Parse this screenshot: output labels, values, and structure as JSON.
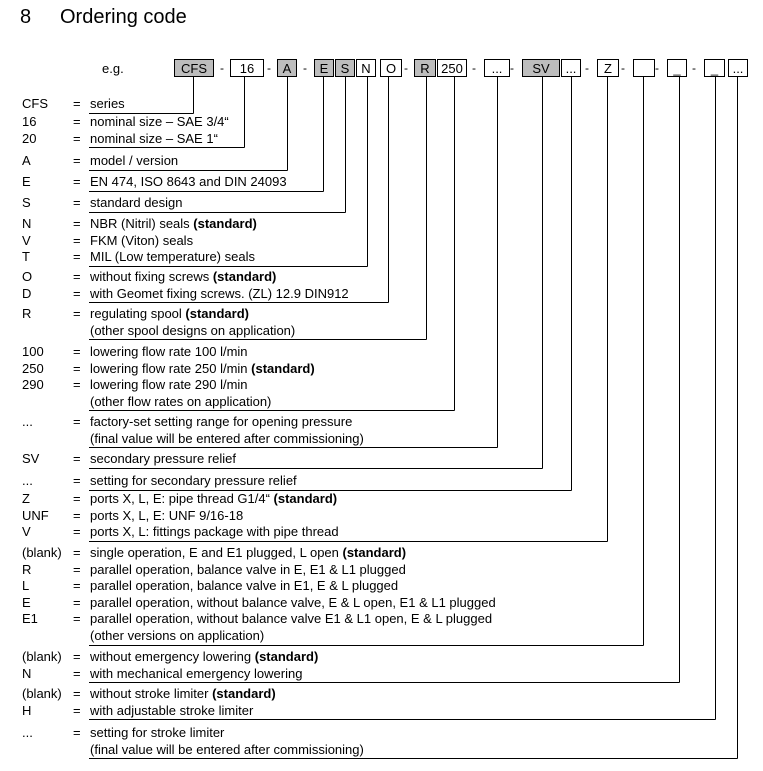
{
  "header": {
    "section_number": "8",
    "title": "Ordering code"
  },
  "example": {
    "label": "e.g.",
    "fields": [
      {
        "text": "CFS",
        "shaded": true
      },
      {
        "text": "16",
        "shaded": false
      },
      {
        "text": "A",
        "shaded": true
      },
      {
        "text": "E",
        "shaded": true
      },
      {
        "text": "S",
        "shaded": true
      },
      {
        "text": "N",
        "shaded": false
      },
      {
        "text": "O",
        "shaded": false
      },
      {
        "text": "R",
        "shaded": true
      },
      {
        "text": "250",
        "shaded": false
      },
      {
        "text": "...",
        "shaded": false
      },
      {
        "text": "SV",
        "shaded": true
      },
      {
        "text": "...",
        "shaded": false
      },
      {
        "text": "Z",
        "shaded": false
      },
      {
        "text": "",
        "shaded": false
      },
      {
        "text": "_",
        "shaded": false
      },
      {
        "text": "_",
        "shaded": false
      },
      {
        "text": "...",
        "shaded": false
      }
    ],
    "separator": "-"
  },
  "legend": [
    {
      "entries": [
        {
          "code": "CFS",
          "eq": "=",
          "parts": [
            {
              "t": "series"
            }
          ]
        }
      ]
    },
    {
      "entries": [
        {
          "code": "16",
          "eq": "=",
          "parts": [
            {
              "t": "nominal size – SAE 3/4“"
            }
          ]
        },
        {
          "code": "20",
          "eq": "=",
          "parts": [
            {
              "t": "nominal size – SAE 1“"
            }
          ]
        }
      ]
    },
    {
      "entries": [
        {
          "code": "A",
          "eq": "=",
          "parts": [
            {
              "t": "model / version"
            }
          ]
        }
      ]
    },
    {
      "entries": [
        {
          "code": "E",
          "eq": "=",
          "parts": [
            {
              "t": "EN 474, ISO 8643 and DIN 24093"
            }
          ]
        }
      ]
    },
    {
      "entries": [
        {
          "code": "S",
          "eq": "=",
          "parts": [
            {
              "t": "standard design"
            }
          ]
        }
      ]
    },
    {
      "entries": [
        {
          "code": "N",
          "eq": "=",
          "parts": [
            {
              "t": "NBR (Nitril) seals "
            },
            {
              "t": "(standard)",
              "b": true
            }
          ]
        },
        {
          "code": "V",
          "eq": "=",
          "parts": [
            {
              "t": "FKM (Viton) seals"
            }
          ]
        },
        {
          "code": "T",
          "eq": "=",
          "parts": [
            {
              "t": "MIL (Low temperature) seals"
            }
          ]
        }
      ]
    },
    {
      "entries": [
        {
          "code": "O",
          "eq": "=",
          "parts": [
            {
              "t": "without fixing screws "
            },
            {
              "t": "(standard)",
              "b": true
            }
          ]
        },
        {
          "code": "D",
          "eq": "=",
          "parts": [
            {
              "t": "with Geomet fixing screws. (ZL) 12.9 DIN912"
            }
          ]
        }
      ]
    },
    {
      "entries": [
        {
          "code": "R",
          "eq": "=",
          "parts": [
            {
              "t": "regulating spool "
            },
            {
              "t": "(standard)",
              "b": true
            }
          ]
        },
        {
          "code": "",
          "eq": "",
          "parts": [
            {
              "t": "(other spool designs on application)"
            }
          ]
        }
      ]
    },
    {
      "entries": [
        {
          "code": "100",
          "eq": "=",
          "parts": [
            {
              "t": "lowering flow rate 100 l/min"
            }
          ]
        },
        {
          "code": "250",
          "eq": "=",
          "parts": [
            {
              "t": "lowering flow rate 250 l/min "
            },
            {
              "t": "(standard)",
              "b": true
            }
          ]
        },
        {
          "code": "290",
          "eq": "=",
          "parts": [
            {
              "t": "lowering flow rate 290 l/min"
            }
          ]
        },
        {
          "code": "",
          "eq": "",
          "parts": [
            {
              "t": "(other flow rates on application)"
            }
          ]
        }
      ]
    },
    {
      "entries": [
        {
          "code": "...",
          "eq": "=",
          "parts": [
            {
              "t": "factory-set setting range for opening pressure"
            }
          ]
        },
        {
          "code": "",
          "eq": "",
          "parts": [
            {
              "t": "(final value will be entered after commissioning)"
            }
          ]
        }
      ]
    },
    {
      "entries": [
        {
          "code": "SV",
          "eq": "=",
          "parts": [
            {
              "t": "secondary pressure relief"
            }
          ]
        }
      ]
    },
    {
      "entries": [
        {
          "code": "...",
          "eq": "=",
          "parts": [
            {
              "t": "setting for secondary pressure relief"
            }
          ]
        }
      ]
    },
    {
      "entries": [
        {
          "code": "Z",
          "eq": "=",
          "parts": [
            {
              "t": "ports X, L, E: pipe thread G1/4“ "
            },
            {
              "t": "(standard)",
              "b": true
            }
          ]
        },
        {
          "code": "UNF",
          "eq": "=",
          "parts": [
            {
              "t": "ports X, L, E: UNF 9/16-18"
            }
          ]
        },
        {
          "code": "V",
          "eq": "=",
          "parts": [
            {
              "t": "ports X, L: fittings package with pipe thread"
            }
          ]
        }
      ]
    },
    {
      "entries": [
        {
          "code": "(blank)",
          "eq": "=",
          "parts": [
            {
              "t": "single operation, E and E1 plugged, L open "
            },
            {
              "t": "(standard)",
              "b": true
            }
          ]
        },
        {
          "code": "R",
          "eq": "=",
          "parts": [
            {
              "t": "parallel operation, balance valve in E, E1 & L1 plugged"
            }
          ]
        },
        {
          "code": "L",
          "eq": "=",
          "parts": [
            {
              "t": "parallel operation, balance valve in E1, E & L plugged"
            }
          ]
        },
        {
          "code": "E",
          "eq": "=",
          "parts": [
            {
              "t": "parallel operation, without balance valve, E & L open, E1 & L1 plugged"
            }
          ]
        },
        {
          "code": "E1",
          "eq": "=",
          "parts": [
            {
              "t": "parallel operation, without balance valve E1 & L1 open, E & L plugged"
            }
          ]
        },
        {
          "code": "",
          "eq": "",
          "parts": [
            {
              "t": "(other versions on application)"
            }
          ]
        }
      ]
    },
    {
      "entries": [
        {
          "code": "(blank)",
          "eq": "=",
          "parts": [
            {
              "t": "without emergency lowering "
            },
            {
              "t": "(standard)",
              "b": true
            }
          ]
        },
        {
          "code": "N",
          "eq": "=",
          "parts": [
            {
              "t": "with mechanical emergency lowering"
            }
          ]
        }
      ]
    },
    {
      "entries": [
        {
          "code": "(blank)",
          "eq": "=",
          "parts": [
            {
              "t": "without stroke limiter "
            },
            {
              "t": "(standard)",
              "b": true
            }
          ]
        },
        {
          "code": "H",
          "eq": "=",
          "parts": [
            {
              "t": "with adjustable stroke limiter"
            }
          ]
        }
      ]
    },
    {
      "entries": [
        {
          "code": "...",
          "eq": "=",
          "parts": [
            {
              "t": "setting for stroke limiter"
            }
          ]
        },
        {
          "code": "",
          "eq": "",
          "parts": [
            {
              "t": "(final value will be entered after commissioning)"
            }
          ]
        }
      ]
    }
  ]
}
